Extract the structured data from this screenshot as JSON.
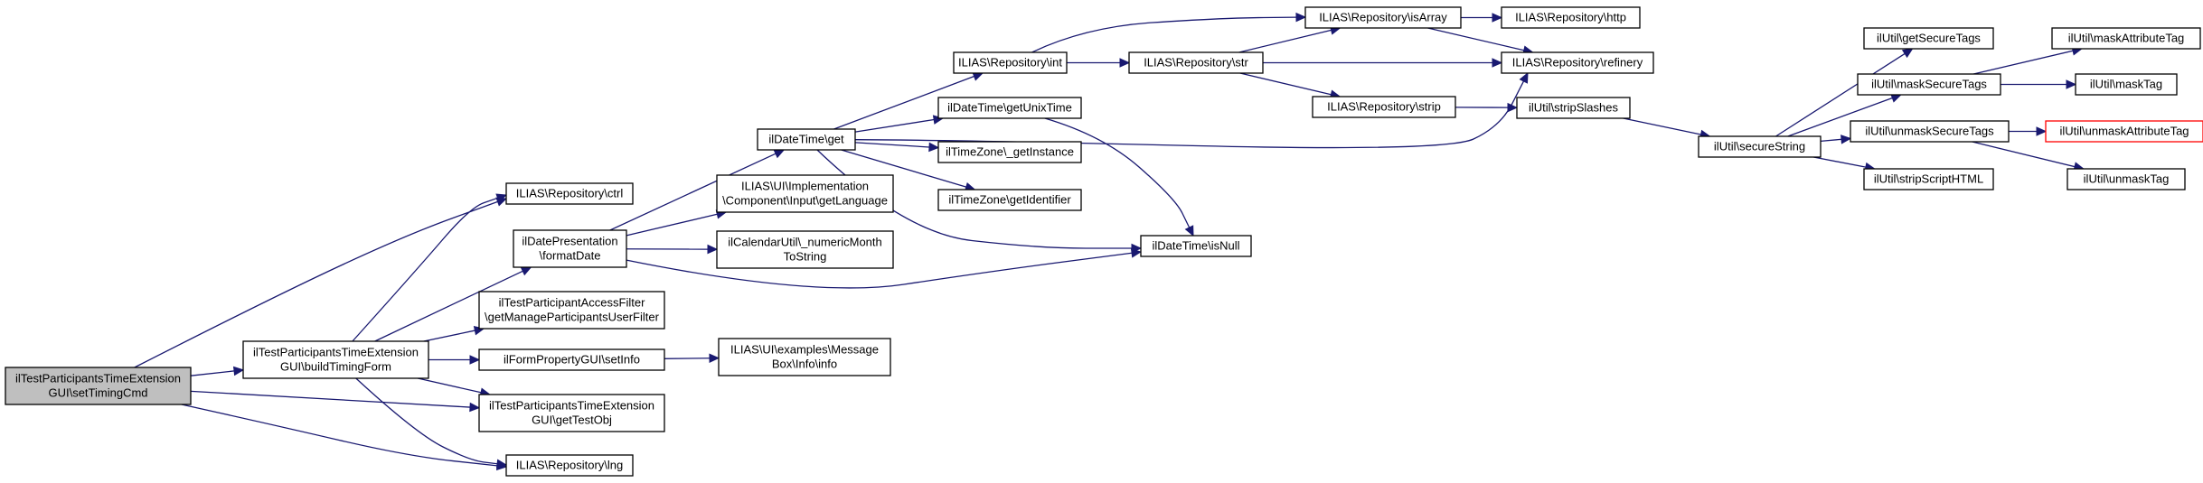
{
  "diagram": {
    "edge_color": "#191970",
    "highlight_color": "#ff0000",
    "root_fill": "#bfbfbf",
    "nodes": [
      {
        "id": "setTimingCmd",
        "lines": [
          "ilTestParticipantsTimeExtension",
          "GUI\\setTimingCmd"
        ],
        "style": "root"
      },
      {
        "id": "buildTimingForm",
        "lines": [
          "ilTestParticipantsTimeExtension",
          "GUI\\buildTimingForm"
        ]
      },
      {
        "id": "repoCtrl",
        "lines": [
          "ILIAS\\Repository\\ctrl"
        ]
      },
      {
        "id": "formatDate",
        "lines": [
          "ilDatePresentation",
          "\\formatDate"
        ]
      },
      {
        "id": "accessFilter",
        "lines": [
          "ilTestParticipantAccessFilter",
          "\\getManageParticipantsUserFilter"
        ]
      },
      {
        "id": "setInfo",
        "lines": [
          "ilFormPropertyGUI\\setInfo"
        ]
      },
      {
        "id": "getTestObj",
        "lines": [
          "ilTestParticipantsTimeExtension",
          "GUI\\getTestObj"
        ]
      },
      {
        "id": "repoLng",
        "lines": [
          "ILIAS\\Repository\\lng"
        ]
      },
      {
        "id": "dtGet",
        "lines": [
          "ilDateTime\\get"
        ]
      },
      {
        "id": "getLanguage",
        "lines": [
          "ILIAS\\UI\\Implementation",
          "\\Component\\Input\\getLanguage"
        ]
      },
      {
        "id": "numericMonth",
        "lines": [
          "ilCalendarUtil\\_numericMonth",
          "ToString"
        ]
      },
      {
        "id": "messageBox",
        "lines": [
          "ILIAS\\UI\\examples\\Message",
          "Box\\Info\\info"
        ]
      },
      {
        "id": "repoInt",
        "lines": [
          "ILIAS\\Repository\\int"
        ]
      },
      {
        "id": "unixTime",
        "lines": [
          "ilDateTime\\getUnixTime"
        ]
      },
      {
        "id": "getInstance",
        "lines": [
          "ilTimeZone\\_getInstance"
        ]
      },
      {
        "id": "getIdentifier",
        "lines": [
          "ilTimeZone\\getIdentifier"
        ]
      },
      {
        "id": "isNull",
        "lines": [
          "ilDateTime\\isNull"
        ]
      },
      {
        "id": "repoStr",
        "lines": [
          "ILIAS\\Repository\\str"
        ]
      },
      {
        "id": "repoIsArray",
        "lines": [
          "ILIAS\\Repository\\isArray"
        ]
      },
      {
        "id": "repoStrip",
        "lines": [
          "ILIAS\\Repository\\strip"
        ]
      },
      {
        "id": "repoHttp",
        "lines": [
          "ILIAS\\Repository\\http"
        ]
      },
      {
        "id": "repoRefinery",
        "lines": [
          "ILIAS\\Repository\\refinery"
        ]
      },
      {
        "id": "stripSlashes",
        "lines": [
          "ilUtil\\stripSlashes"
        ]
      },
      {
        "id": "secureString",
        "lines": [
          "ilUtil\\secureString"
        ]
      },
      {
        "id": "getSecureTags",
        "lines": [
          "ilUtil\\getSecureTags"
        ]
      },
      {
        "id": "maskSecureTags",
        "lines": [
          "ilUtil\\maskSecureTags"
        ]
      },
      {
        "id": "unmaskSecureTags",
        "lines": [
          "ilUtil\\unmaskSecureTags"
        ]
      },
      {
        "id": "stripScriptHTML",
        "lines": [
          "ilUtil\\stripScriptHTML"
        ]
      },
      {
        "id": "maskAttributeTag",
        "lines": [
          "ilUtil\\maskAttributeTag"
        ]
      },
      {
        "id": "maskTag",
        "lines": [
          "ilUtil\\maskTag"
        ]
      },
      {
        "id": "unmaskAttributeTag",
        "lines": [
          "ilUtil\\unmaskAttributeTag"
        ],
        "style": "red"
      },
      {
        "id": "unmaskTag",
        "lines": [
          "ilUtil\\unmaskTag"
        ]
      }
    ],
    "edges": [
      [
        "setTimingCmd",
        "buildTimingForm"
      ],
      [
        "setTimingCmd",
        "repoCtrl"
      ],
      [
        "setTimingCmd",
        "getTestObj"
      ],
      [
        "setTimingCmd",
        "repoLng"
      ],
      [
        "buildTimingForm",
        "repoCtrl"
      ],
      [
        "buildTimingForm",
        "formatDate"
      ],
      [
        "buildTimingForm",
        "accessFilter"
      ],
      [
        "buildTimingForm",
        "setInfo"
      ],
      [
        "buildTimingForm",
        "getTestObj"
      ],
      [
        "buildTimingForm",
        "repoLng"
      ],
      [
        "formatDate",
        "dtGet"
      ],
      [
        "formatDate",
        "getLanguage"
      ],
      [
        "formatDate",
        "numericMonth"
      ],
      [
        "formatDate",
        "isNull"
      ],
      [
        "setInfo",
        "messageBox"
      ],
      [
        "dtGet",
        "repoInt"
      ],
      [
        "dtGet",
        "unixTime"
      ],
      [
        "dtGet",
        "getInstance"
      ],
      [
        "dtGet",
        "getIdentifier"
      ],
      [
        "dtGet",
        "isNull"
      ],
      [
        "dtGet",
        "repoRefinery"
      ],
      [
        "repoInt",
        "repoIsArray"
      ],
      [
        "repoInt",
        "repoStr"
      ],
      [
        "unixTime",
        "isNull"
      ],
      [
        "repoStr",
        "repoIsArray"
      ],
      [
        "repoStr",
        "repoRefinery"
      ],
      [
        "repoStr",
        "repoStrip"
      ],
      [
        "repoIsArray",
        "repoHttp"
      ],
      [
        "repoIsArray",
        "repoRefinery"
      ],
      [
        "repoStrip",
        "stripSlashes"
      ],
      [
        "stripSlashes",
        "secureString"
      ],
      [
        "secureString",
        "getSecureTags"
      ],
      [
        "secureString",
        "maskSecureTags"
      ],
      [
        "secureString",
        "unmaskSecureTags"
      ],
      [
        "secureString",
        "stripScriptHTML"
      ],
      [
        "maskSecureTags",
        "maskAttributeTag"
      ],
      [
        "maskSecureTags",
        "maskTag"
      ],
      [
        "unmaskSecureTags",
        "unmaskAttributeTag"
      ],
      [
        "unmaskSecureTags",
        "unmaskTag"
      ]
    ]
  }
}
